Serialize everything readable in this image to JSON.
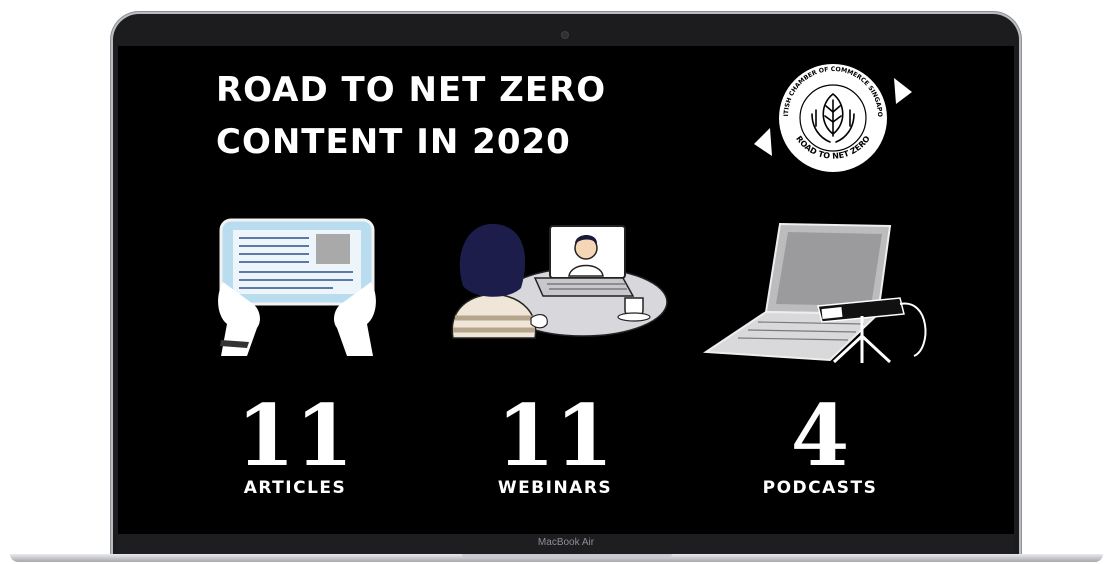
{
  "headline": {
    "line1": "ROAD TO NET ZERO",
    "line2": "CONTENT IN 2020"
  },
  "logo": {
    "top_text": "BRITISH CHAMBER OF COMMERCE SINGAPORE",
    "bottom_text": "ROAD TO NET ZERO",
    "icon": "leaf-in-hands-icon"
  },
  "stats": [
    {
      "number": "11",
      "label": "ARTICLES",
      "icon": "tablet-reading-illustration"
    },
    {
      "number": "11",
      "label": "WEBINARS",
      "icon": "video-call-illustration"
    },
    {
      "number": "4",
      "label": "PODCASTS",
      "icon": "laptop-microphone-illustration"
    }
  ],
  "device": {
    "model_label": "MacBook Air"
  },
  "colors": {
    "screen_background": "#000000",
    "text": "#ffffff",
    "tablet_screen": "#b9dcef"
  }
}
